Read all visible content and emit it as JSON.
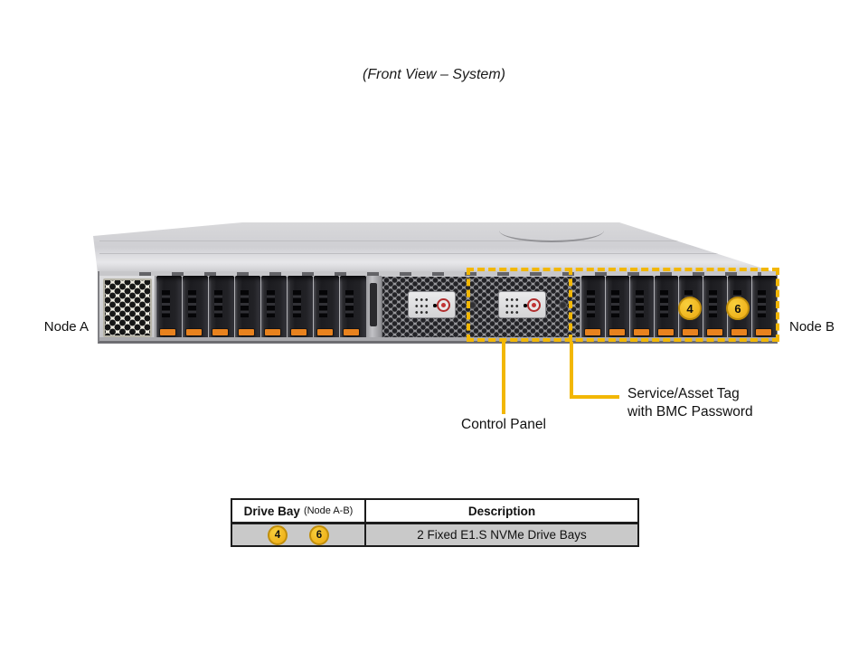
{
  "title": "(Front View – System)",
  "chassis": {
    "node_a_label": "Node A",
    "node_b_label": "Node B",
    "bay_badges": [
      "4",
      "6"
    ]
  },
  "callouts": {
    "control_panel": "Control Panel",
    "service_tag_line1": "Service/Asset Tag",
    "service_tag_line2": "with BMC Password"
  },
  "table": {
    "col1_header_main": "Drive Bay",
    "col1_header_suffix": "(Node A-B)",
    "col2_header": "Description",
    "row": {
      "badges": [
        "4",
        "6"
      ],
      "description": "2 Fixed E1.S NVMe Drive Bays"
    }
  },
  "colors": {
    "accent_yellow": "#F2B705",
    "badge_fill": "#F0B41E",
    "badge_border": "#C08E0C",
    "latch_orange": "#E8821E"
  }
}
